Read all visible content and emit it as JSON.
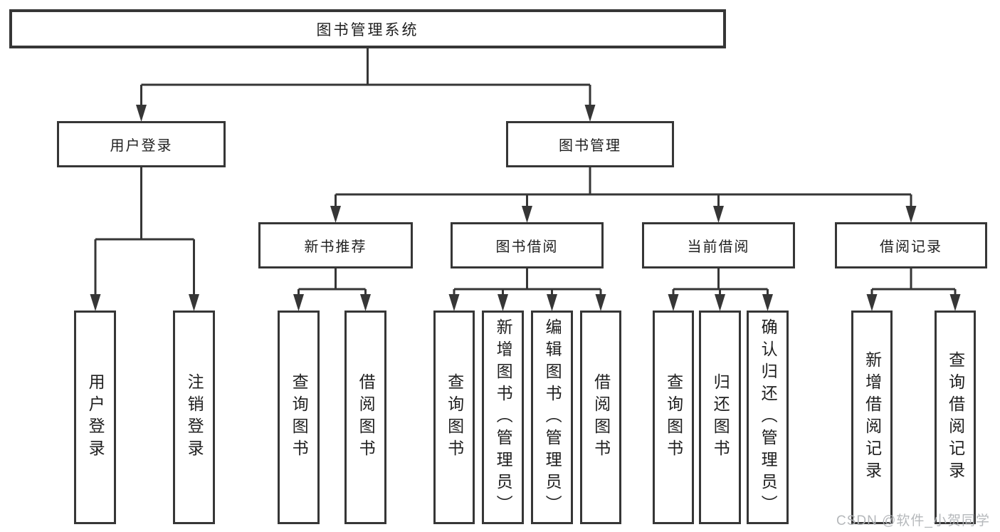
{
  "diagram": {
    "root": {
      "label": "图书管理系统"
    },
    "branches": [
      {
        "label": "用户登录",
        "children": [
          {
            "label": "用户登录"
          },
          {
            "label": "注销登录"
          }
        ]
      },
      {
        "label": "图书管理",
        "groups": [
          {
            "label": "新书推荐",
            "children": [
              {
                "label": "查询图书"
              },
              {
                "label": "借阅图书"
              }
            ]
          },
          {
            "label": "图书借阅",
            "children": [
              {
                "label": "查询图书"
              },
              {
                "label": "新增图书（管理员）"
              },
              {
                "label": "编辑图书（管理员）"
              },
              {
                "label": "借阅图书"
              }
            ]
          },
          {
            "label": "当前借阅",
            "children": [
              {
                "label": "查询图书"
              },
              {
                "label": "归还图书"
              },
              {
                "label": "确认归还（管理员）"
              }
            ]
          },
          {
            "label": "借阅记录",
            "children": [
              {
                "label": "新增借阅记录"
              },
              {
                "label": "查询借阅记录"
              }
            ]
          }
        ]
      }
    ]
  },
  "watermark": {
    "text": "CSDN @软件_小贺同学"
  },
  "colors": {
    "line": "#363636",
    "text": "#1f1f1f",
    "watermark": "#b2b5b8",
    "background": "#ffffff"
  }
}
